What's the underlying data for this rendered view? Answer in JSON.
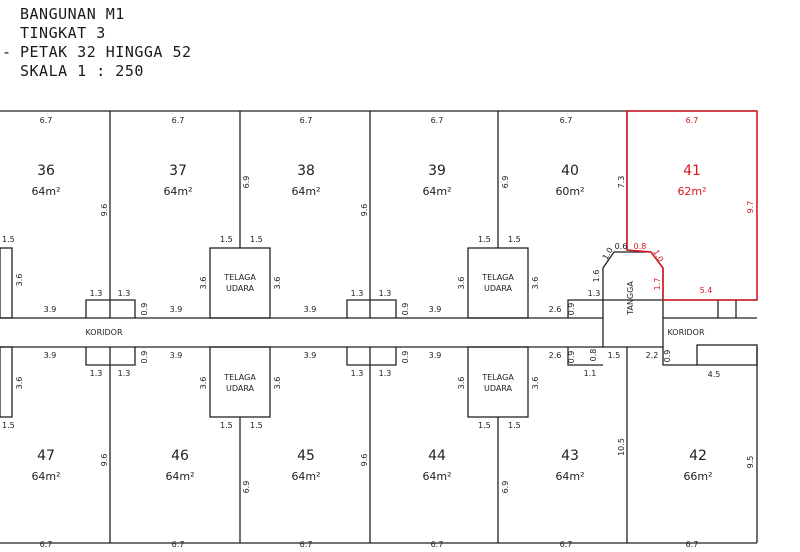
{
  "header": {
    "line1": "BANGUNAN M1",
    "line2": "TINGKAT 3",
    "line3": "PETAK 32 HINGGA 52",
    "line4": "SKALA  1 : 250",
    "dash": "-"
  },
  "colors": {
    "line": "#222222",
    "highlight": "#d71920"
  },
  "units": [
    {
      "no": "36",
      "area": "64m²"
    },
    {
      "no": "37",
      "area": "64m²"
    },
    {
      "no": "38",
      "area": "64m²"
    },
    {
      "no": "39",
      "area": "64m²"
    },
    {
      "no": "40",
      "area": "60m²"
    },
    {
      "no": "41",
      "area": "62m²"
    },
    {
      "no": "47",
      "area": "64m²"
    },
    {
      "no": "46",
      "area": "64m²"
    },
    {
      "no": "45",
      "area": "64m²"
    },
    {
      "no": "44",
      "area": "64m²"
    },
    {
      "no": "43",
      "area": "64m²"
    },
    {
      "no": "42",
      "area": "66m²"
    }
  ],
  "labels": {
    "telaga": "TELAGA",
    "udara": "UDARA",
    "koridor": "KORIDOR",
    "tangga": "TANGGA"
  },
  "dims": {
    "w67": "6.7",
    "d96": "9.6",
    "d69": "6.9",
    "d73": "7.3",
    "d97": "9.7",
    "d105": "10.5",
    "d95": "9.5",
    "d15": "1.5",
    "d36": "3.6",
    "d39": "3.9",
    "d13": "1.3",
    "d09": "0.9",
    "d26": "2.6",
    "d16": "1.6",
    "d10": "1.0",
    "d06": "0.6",
    "d08": "0.8",
    "d17": "1.7",
    "d54": "5.4",
    "d11": "1.1",
    "d22": "2.2",
    "d45": "4.5"
  }
}
